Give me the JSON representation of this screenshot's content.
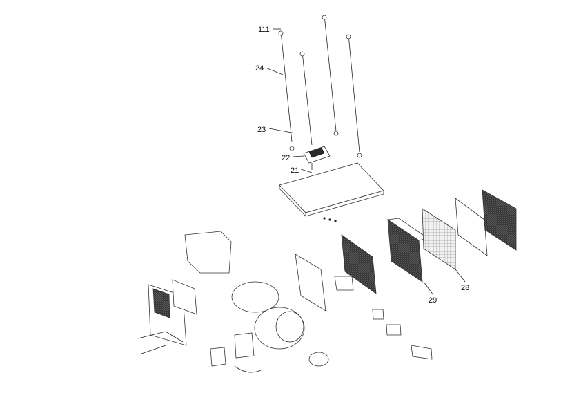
{
  "callouts": {
    "c111": "111",
    "c24": "24",
    "c23": "23",
    "c22": "22",
    "c21": "21",
    "c28": "28",
    "c29": "29"
  }
}
